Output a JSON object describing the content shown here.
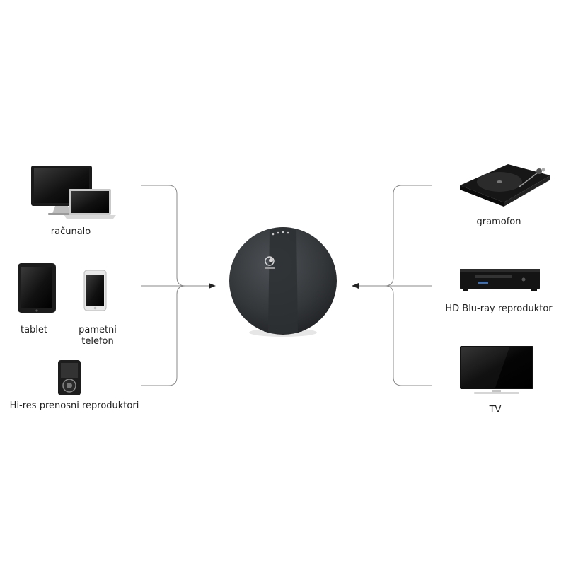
{
  "sources_left": [
    {
      "id": "computer",
      "label": "računalo"
    },
    {
      "id": "tablet",
      "label": "tablet"
    },
    {
      "id": "smartphone",
      "label_line1": "pametni",
      "label_line2": "telefon"
    },
    {
      "id": "hires-player",
      "label": "Hi-res prenosni reproduktori"
    }
  ],
  "sources_right": [
    {
      "id": "turntable",
      "label": "gramofon"
    },
    {
      "id": "bluray-player",
      "label": "HD Blu-ray reproduktor"
    },
    {
      "id": "tv",
      "label": "TV"
    }
  ],
  "colors": {
    "device_dark": "#1b1b1b",
    "speaker_body": "#3a3d40",
    "connector_line": "#8a8a8a",
    "arrow": "#222222"
  }
}
